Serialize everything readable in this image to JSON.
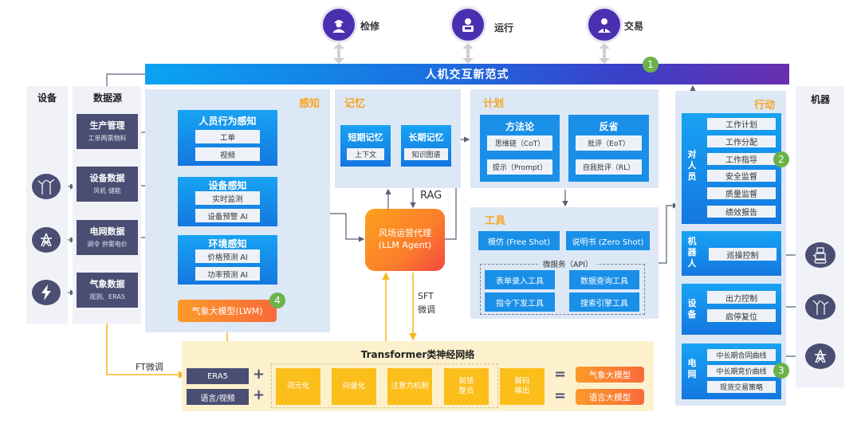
{
  "personas": [
    {
      "label": "检修",
      "icon": "maintenance-worker-icon"
    },
    {
      "label": "运行",
      "icon": "operator-icon"
    },
    {
      "label": "交易",
      "icon": "trader-icon"
    }
  ],
  "banner": {
    "title": "人机交互新范式",
    "badge": "1"
  },
  "columns": {
    "devices": "设备",
    "sources": "数据源",
    "machines": "机器"
  },
  "sources": [
    {
      "title": "生产管理",
      "sub": "工单两票物料"
    },
    {
      "title": "设备数据",
      "sub": "风机 储能"
    },
    {
      "title": "电网数据",
      "sub": "调令 供需电价"
    },
    {
      "title": "气象数据",
      "sub": "观测、ERA5"
    }
  ],
  "device_icons": [
    "wind-turbine-icon",
    "power-tower-icon",
    "lightning-icon"
  ],
  "perception": {
    "title": "感知",
    "cards": [
      {
        "title": "人员行为感知",
        "items": [
          "工单",
          "视频"
        ]
      },
      {
        "title": "设备感知",
        "items": [
          "实时监测",
          "设备预警 AI"
        ]
      },
      {
        "title": "环境感知",
        "items": [
          "价格预测 AI",
          "功率预测 AI"
        ]
      }
    ],
    "lwm": {
      "label": "气象大模型(LWM)",
      "badge": "4"
    }
  },
  "memory": {
    "title": "记忆",
    "cards": [
      {
        "title": "短期记忆",
        "item": "上下文"
      },
      {
        "title": "长期记忆",
        "item": "知识图谱"
      }
    ],
    "rag": "RAG"
  },
  "agent": {
    "line1": "风场运营代理",
    "line2": "(LLM Agent)",
    "sft": "SFT",
    "sft2": "微调"
  },
  "plan": {
    "title": "计划",
    "cards": [
      {
        "title": "方法论",
        "items": [
          "思维链（CoT）",
          "提示（Prompt）"
        ]
      },
      {
        "title": "反省",
        "items": [
          "批评（EoT）",
          "自我批评（RL）"
        ]
      }
    ]
  },
  "tools": {
    "title": "工具",
    "top": [
      "模仿 (Free Shot)",
      "说明书 (Zero Shot)"
    ],
    "microservice_label": "微服务（API）",
    "microservices": [
      "表单录入工具",
      "数据查询工具",
      "指令下发工具",
      "搜索引擎工具"
    ]
  },
  "action": {
    "title": "行动",
    "groups": [
      {
        "label": "对人员",
        "items": [
          "工作计划",
          "工作分配",
          "工作指导",
          "安全监督",
          "质量监督",
          "绩效报告"
        ],
        "badge": "2"
      },
      {
        "label": "机器人",
        "items": [
          "巡操控制"
        ]
      },
      {
        "label": "设备",
        "items": [
          "出力控制",
          "启停复位"
        ]
      },
      {
        "label": "电网",
        "items": [
          "中长期合同曲线",
          "中长期竞价曲线",
          "现货交易策略"
        ],
        "badge": "3"
      }
    ]
  },
  "machine_icons": [
    "robot-icon",
    "wind-turbine-icon",
    "power-tower-icon"
  ],
  "transformer": {
    "title": "Transformer类神经网络",
    "ft_label": "FT微调",
    "inputs": [
      "ERA5",
      "语言/视频"
    ],
    "steps": [
      "词元化",
      "向量化",
      "注意力机制",
      "前馈整合",
      "解码输出"
    ],
    "outputs": [
      "气象大模型",
      "语言大模型"
    ]
  },
  "colors": {
    "accent_orange": "#f5a623",
    "dark_navy": "#4a4e72",
    "blue": "#1a8fe8",
    "persona_purple": "#4a2fb0",
    "badge_green": "#6bb24a",
    "transformer_bg": "#fdf1cd",
    "yellow_step": "#fbbe1a"
  }
}
